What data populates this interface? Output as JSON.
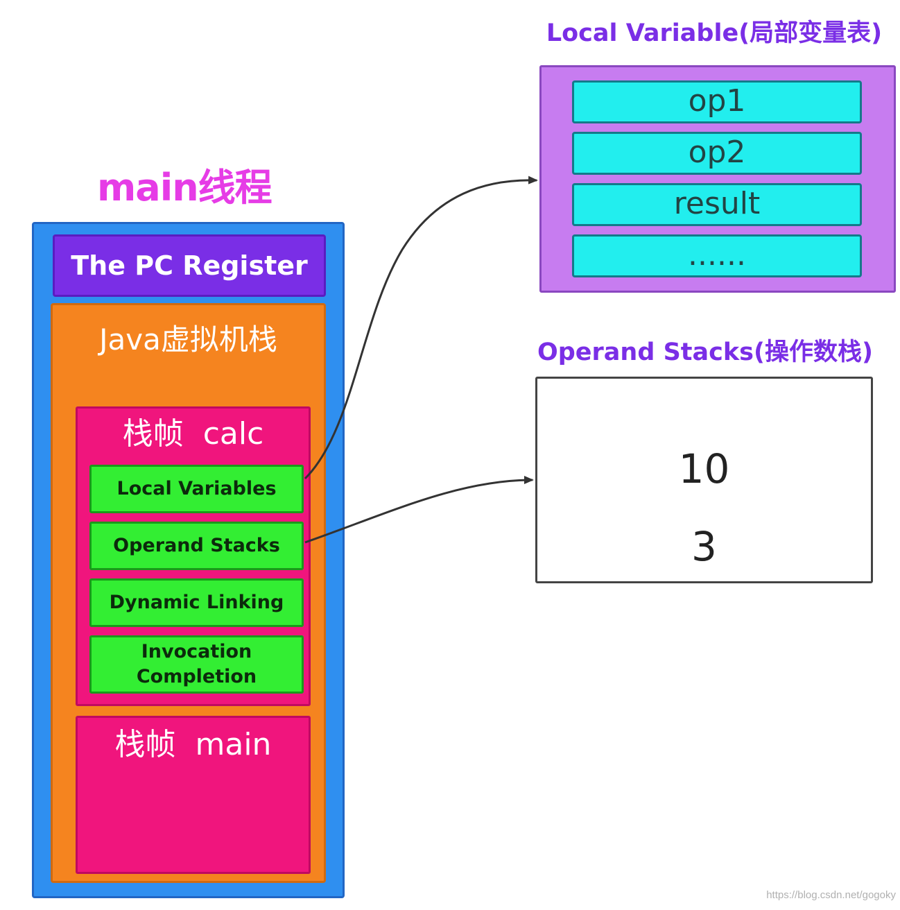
{
  "thread": {
    "title": "main线程",
    "pc_register": "The PC Register",
    "jvm_stack_label": "Java虚拟机栈",
    "frames": [
      {
        "label": "栈帧  calc",
        "parts": [
          "Local Variables",
          "Operand Stacks",
          "Dynamic Linking",
          "Invocation Completion"
        ]
      },
      {
        "label": "栈帧  main"
      }
    ]
  },
  "local_variable": {
    "title": "Local Variable(局部变量表)",
    "slots": [
      "op1",
      "op2",
      "result",
      "......"
    ]
  },
  "operand_stacks": {
    "title": "Operand Stacks(操作数栈)",
    "values": [
      "10",
      "3"
    ]
  },
  "credit": "https://blog.csdn.net/gogoky",
  "colors": {
    "thread_box": "#2f8ff0",
    "pc_register": "#7a2ee6",
    "jvm_stack": "#f5841f",
    "frame": "#f0157d",
    "frame_part": "#33ee33",
    "local_variable_box": "#c77cf0",
    "slot": "#22eeee",
    "title_main": "#e63ce6",
    "title_side": "#7a2ee6"
  }
}
